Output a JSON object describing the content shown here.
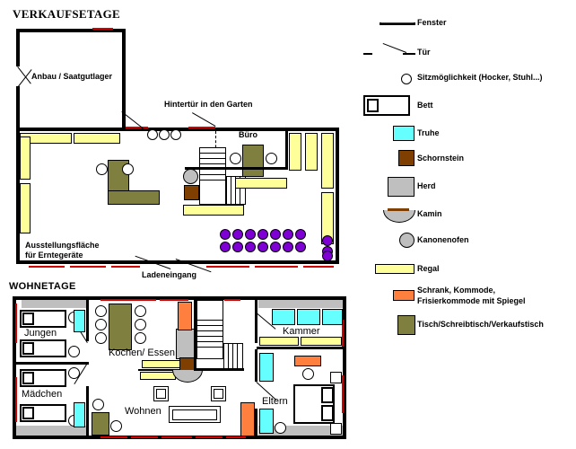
{
  "plans": {
    "upper": {
      "title": "VERKAUFSETAGE",
      "labels": {
        "anbau": "Anbau / Saatgutlager",
        "hintertuer": "Hintertür in den Garten",
        "buero": "Büro",
        "ausstellung_line1": "Ausstellungsfläche",
        "ausstellung_line2": "für Erntegeräte",
        "ladeneingang": "Ladeneingang"
      }
    },
    "lower": {
      "title": "WOHNETAGE",
      "labels": {
        "jungen": "Jungen",
        "maedchen": "Mädchen",
        "kochen": "Kochen/ Essen",
        "wohnen": "Wohnen",
        "kammer": "Kammer",
        "eltern": "Eltern"
      }
    }
  },
  "legend": {
    "items": [
      {
        "icon": "window-line-icon",
        "label": "Fenster"
      },
      {
        "icon": "door-swing-icon",
        "label": "Tür"
      },
      {
        "icon": "seat-circle-icon",
        "label": "Sitzmöglichkeit (Hocker, Stuhl...)"
      },
      {
        "icon": "bed-icon",
        "label": "Bett"
      },
      {
        "icon": "chest-icon",
        "label": "Truhe"
      },
      {
        "icon": "chimney-icon",
        "label": "Schornstein"
      },
      {
        "icon": "stove-icon",
        "label": "Herd"
      },
      {
        "icon": "fireplace-icon",
        "label": "Kamin"
      },
      {
        "icon": "cannon-oven-icon",
        "label": "Kanonenofen"
      },
      {
        "icon": "shelf-icon",
        "label": "Regal"
      },
      {
        "icon": "cabinet-icon",
        "label_line1": "Schrank, Kommode,",
        "label_line2": "Frisierkommode mit Spiegel"
      },
      {
        "icon": "table-icon",
        "label": "Tisch/Schreibtisch/Verkaufstisch"
      }
    ]
  },
  "colors": {
    "window_red": "#d40000",
    "wall_black": "#000000",
    "shelf_yellow": "#ffff99",
    "chest_cyan": "#66ffff",
    "chimney_brown": "#7f3f00",
    "stove_gray": "#bfbfbf",
    "cabinet_orange": "#ff7f3f",
    "table_olive": "#7f7f3f",
    "chair_purple": "#7f00d4",
    "floor_gray": "#bfbfbf"
  }
}
